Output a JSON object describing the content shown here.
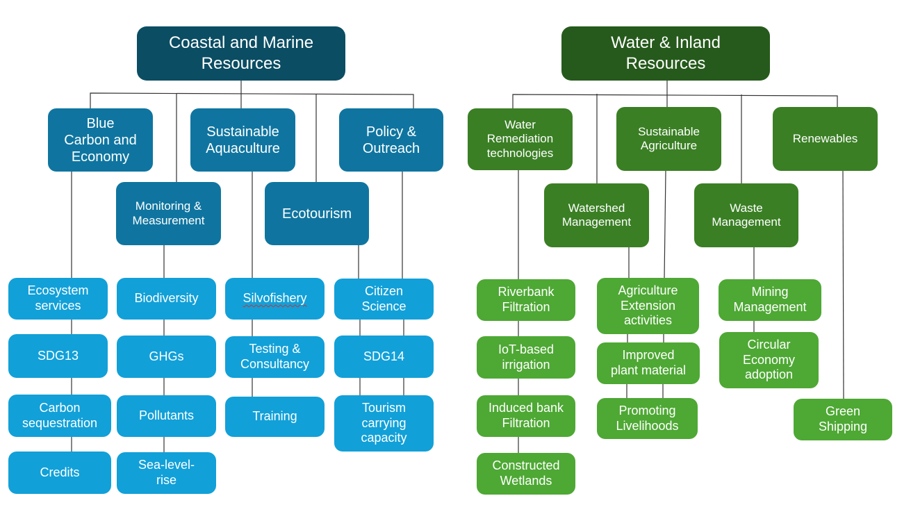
{
  "colors": {
    "coastal_root": "#0b4d63",
    "coastal_category": "#0f75a0",
    "coastal_leaf": "#12a0d8",
    "water_root": "#265a1c",
    "water_category": "#3a7f24",
    "water_leaf": "#4ea834",
    "connector": "#333333"
  },
  "coastal": {
    "title": "Coastal and Marine\nResources",
    "categories": {
      "blue_carbon": "Blue\nCarbon and\nEconomy",
      "aquaculture": "Sustainable\nAquaculture",
      "policy": "Policy &\nOutreach",
      "monitoring": "Monitoring &\nMeasurement",
      "ecotourism": "Ecotourism"
    },
    "blue_carbon_items": [
      "Ecosystem\nservices",
      "SDG13",
      "Carbon\nsequestration",
      "Credits"
    ],
    "monitoring_items": [
      "Biodiversity",
      "GHGs",
      "Pollutants",
      "Sea-level-\nrise"
    ],
    "aquaculture_items": [
      "Silvofishery",
      "Testing &\nConsultancy",
      "Training"
    ],
    "policy_items": [
      "Citizen\nScience",
      "SDG14",
      "Tourism\ncarrying\ncapacity"
    ]
  },
  "water": {
    "title": "Water & Inland\nResources",
    "categories": {
      "remediation": "Water\nRemediation\ntechnologies",
      "agriculture": "Sustainable\nAgriculture",
      "renewables": "Renewables",
      "watershed": "Watershed\nManagement",
      "waste": "Waste\nManagement"
    },
    "remediation_items": [
      "Riverbank\nFiltration",
      "IoT-based\nirrigation",
      "Induced bank\nFiltration",
      "Constructed\nWetlands"
    ],
    "agriculture_items": [
      "Agriculture\nExtension\nactivities",
      "Improved\nplant material",
      "Promoting\nLivelihoods"
    ],
    "waste_items": [
      "Mining\nManagement",
      "Circular\nEconomy\nadoption"
    ],
    "renewables_items": [
      "Green\nShipping"
    ]
  }
}
